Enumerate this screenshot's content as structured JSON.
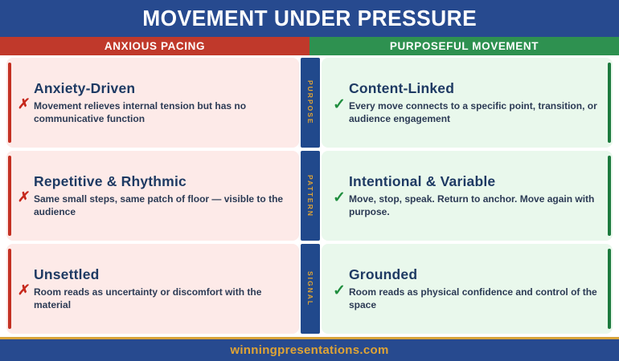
{
  "title": "MOVEMENT UNDER PRESSURE",
  "columns": {
    "left": "ANXIOUS PACING",
    "right": "PURPOSEFUL MOVEMENT"
  },
  "marks": {
    "negative": "✗",
    "positive": "✓"
  },
  "rows": [
    {
      "label": "PURPOSE",
      "left": {
        "heading": "Anxiety-Driven",
        "body": "Movement relieves internal tension but has no communicative function"
      },
      "right": {
        "heading": "Content-Linked",
        "body": "Every move connects to a specific point, transition, or audience engagement"
      }
    },
    {
      "label": "PATTERN",
      "left": {
        "heading": "Repetitive & Rhythmic",
        "body": "Same small steps, same patch of floor — visible to the audience"
      },
      "right": {
        "heading": "Intentional & Variable",
        "body": "Move, stop, speak. Return to anchor. Move again with purpose."
      }
    },
    {
      "label": "SIGNAL",
      "left": {
        "heading": "Unsettled",
        "body": "Room reads as uncertainty or discomfort with the material"
      },
      "right": {
        "heading": "Grounded",
        "body": "Room reads as physical confidence and control of the space"
      }
    }
  ],
  "footer": {
    "website": "winningpresentations.com"
  },
  "colors": {
    "header_blue": "#274a8f",
    "anxious_red": "#c0392b",
    "purposeful_green": "#2e9150",
    "card_pink": "#fdeae8",
    "card_light_green": "#e9f8ec",
    "heading_navy": "#1e3a63",
    "gold": "#e0a435"
  }
}
